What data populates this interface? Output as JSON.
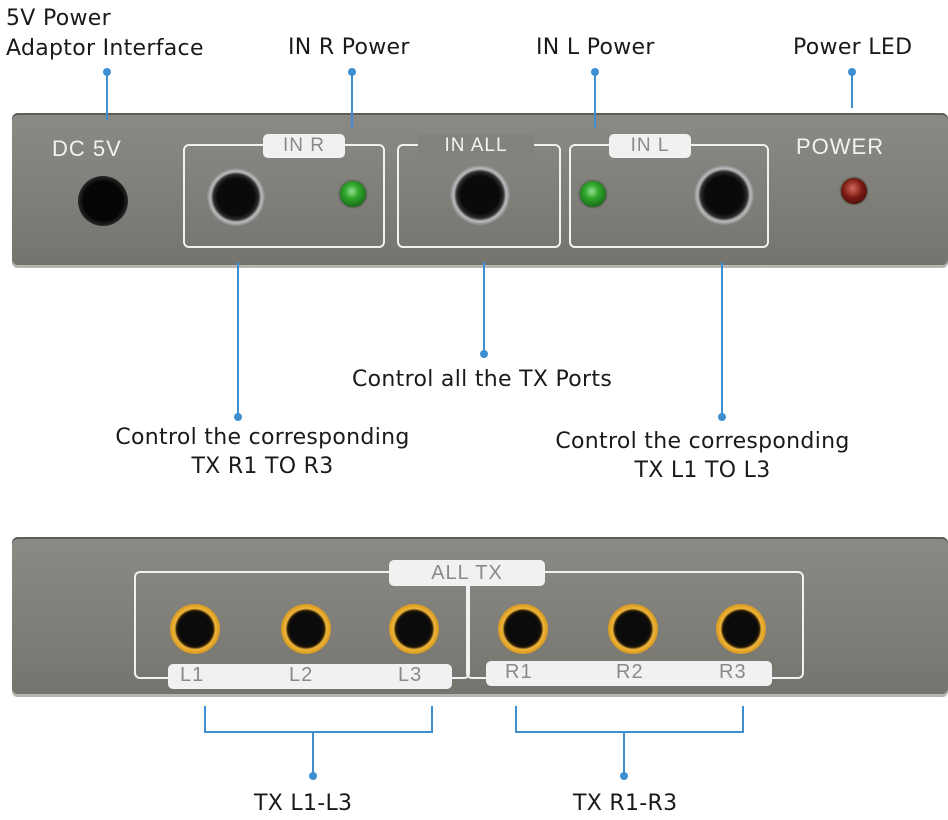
{
  "callouts": {
    "dc_power": "5V Power\nAdaptor Interface",
    "in_r_power": "IN R Power",
    "in_l_power": "IN L Power",
    "power_led": "Power LED",
    "control_all": "Control all the TX Ports",
    "control_r": "Control the corresponding\nTX R1 TO R3",
    "control_l": "Control the corresponding\nTX L1 TO L3",
    "tx_l": "TX L1-L3",
    "tx_r": "TX R1-R3"
  },
  "front_panel": {
    "dc_label": "DC 5V",
    "in_r_label": "IN R",
    "in_all_label": "IN  ALL",
    "in_l_label": "IN L",
    "power_label": "POWER"
  },
  "back_panel": {
    "all_tx_label": "ALL TX",
    "left_ports": [
      "L1",
      "L2",
      "L3"
    ],
    "right_ports": [
      "R1",
      "R2",
      "R3"
    ]
  },
  "colors": {
    "leader_line": "#3d8fd1",
    "panel": "#83827d",
    "led_green": "#2fa52c",
    "led_red": "#7a1a12",
    "jack_gold": "#d89a1e"
  }
}
